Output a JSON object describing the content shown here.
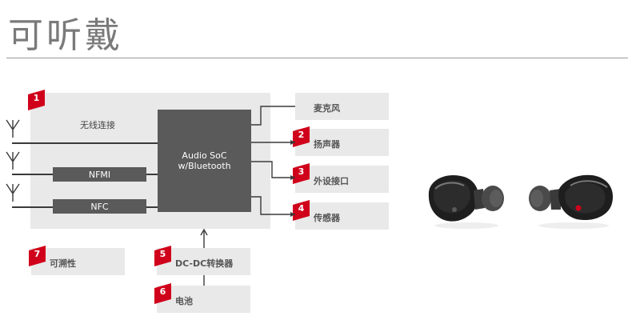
{
  "title": "可听戴",
  "soc": {
    "line1": "Audio SoC",
    "line2": "w/Bluetooth"
  },
  "wireless": {
    "badge": "1",
    "label": "无线连接"
  },
  "nfmi": "NFMI",
  "nfc": "NFC",
  "peripherals": [
    {
      "badge": "",
      "label": "麦克风"
    },
    {
      "badge": "2",
      "label": "扬声器"
    },
    {
      "badge": "3",
      "label": "外设接口"
    },
    {
      "badge": "4",
      "label": "传感器"
    }
  ],
  "traceability": {
    "badge": "7",
    "label": "可溯性"
  },
  "dcdc": {
    "badge": "5",
    "label": "DC-DC转换器"
  },
  "battery": {
    "badge": "6",
    "label": "电池"
  },
  "colors": {
    "badge": "#d0021b",
    "block": "#5a5a5a",
    "panel": "#e9e9e9",
    "title": "#7a7a7a"
  }
}
